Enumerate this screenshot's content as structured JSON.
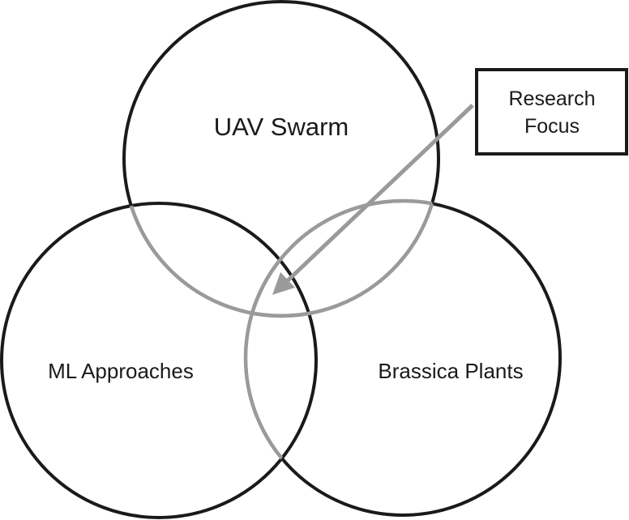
{
  "diagram": {
    "type": "venn",
    "sets": [
      {
        "id": "top",
        "label": "UAV Swarm"
      },
      {
        "id": "left",
        "label": "ML Approaches"
      },
      {
        "id": "right",
        "label": "Brassica Plants"
      }
    ],
    "callout": {
      "line1": "Research",
      "line2": "Focus",
      "points_to": "intersection of all three sets"
    },
    "colors": {
      "outline": "#1a1a1a",
      "overlap_outline": "#9a9a9a",
      "arrow": "#9a9a9a",
      "background": "#ffffff"
    }
  }
}
